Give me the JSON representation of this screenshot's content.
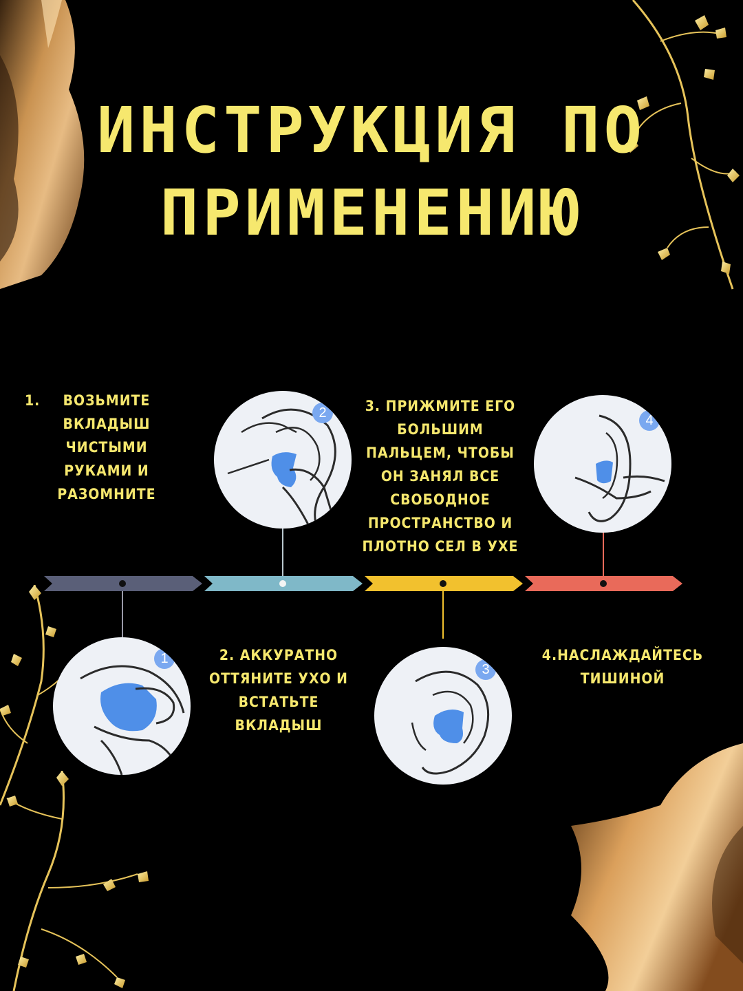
{
  "title": {
    "line1": "ИНСТРУКЦИЯ ПО",
    "line2": "ПРИМЕНЕНИЮ"
  },
  "colors": {
    "text": "#f6e86e",
    "segment1": "#5a5f78",
    "segment2": "#7fb8c8",
    "segment3": "#f2c12e",
    "segment4": "#e96a5a",
    "earplug": "#4f8fe8",
    "badge": "#7aa8f0"
  },
  "steps": [
    {
      "number": "1.",
      "lines": [
        "ВОЗЬМИТЕ",
        "ВКЛАДЫШ",
        "ЧИСТЫМИ",
        "РУКАМИ И",
        "РАЗОМНИТЕ"
      ],
      "badge": "1",
      "icon": "fingers-squeezing-earplug-icon"
    },
    {
      "lines": [
        "2. АККУРАТНО",
        "ОТТЯНИТЕ УХО И",
        "ВСТАТЬТЕ",
        "ВКЛАДЫШ"
      ],
      "badge": "2",
      "icon": "hand-pulling-ear-icon"
    },
    {
      "lines": [
        "3. ПРИЖМИТЕ ЕГО",
        "БОЛЬШИМ",
        "ПАЛЬЦЕМ, ЧТОБЫ",
        "ОН ЗАНЯЛ ВСЕ",
        "СВОБОДНОЕ",
        "ПРОСТРАНСТВО И",
        "ПЛОТНО СЕЛ В УХЕ"
      ],
      "badge": "3",
      "icon": "earplug-in-ear-icon"
    },
    {
      "lines": [
        "4.НАСЛАЖДАЙТЕСЬ",
        "ТИШИНОЙ"
      ],
      "badge": "4",
      "icon": "ear-with-finger-icon"
    }
  ]
}
